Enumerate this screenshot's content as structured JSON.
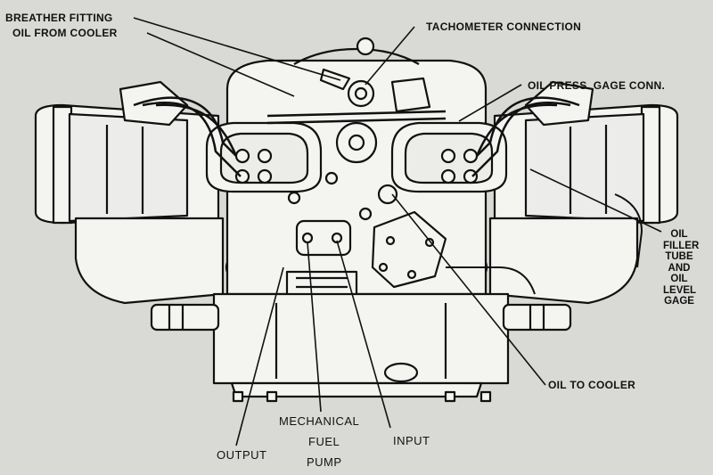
{
  "diagram": {
    "callouts": {
      "breather_fitting": "BREATHER FITTING",
      "oil_from_cooler": "OIL FROM COOLER",
      "tachometer_connection": "TACHOMETER CONNECTION",
      "oil_press_gage_conn": "OIL PRESS. GAGE CONN.",
      "oil_filler_tube": [
        "OIL",
        "FILLER",
        "TUBE",
        "AND",
        "OIL",
        "LEVEL",
        "GAGE"
      ],
      "oil_to_cooler": "OIL TO COOLER",
      "mechanical_fuel_pump": [
        "MECHANICAL",
        "FUEL",
        "PUMP"
      ],
      "output": "OUTPUT",
      "input": "INPUT"
    }
  },
  "colors": {
    "paper": "#d9d9d6",
    "ink": "#111111",
    "part_fill": "#f4f4f1"
  }
}
